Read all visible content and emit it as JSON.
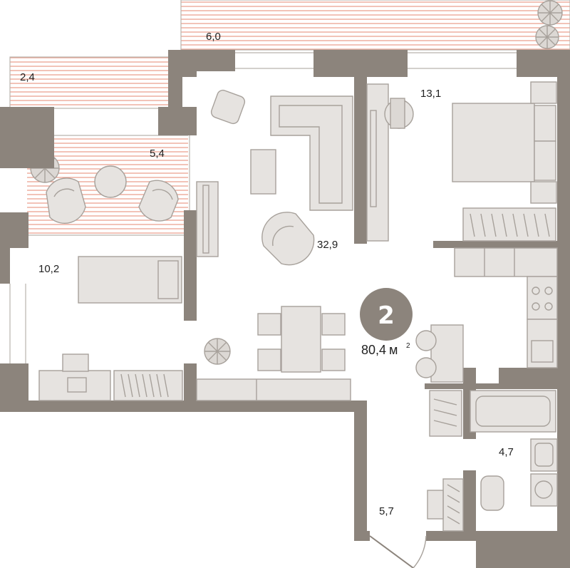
{
  "plan": {
    "rooms_count": "2",
    "total_area": "80,4",
    "area_unit": "м",
    "area_unit_sup": "2",
    "colors": {
      "walls": "#8c847c",
      "furniture_fill": "#e6e3e0",
      "furniture_stroke": "#a7a19b",
      "balcony_stripes": "#e89a88",
      "badge": "#8c847c"
    },
    "areas": {
      "terrace_top": "6,0",
      "balcony_left": "2,4",
      "loggia": "5,4",
      "bedroom_left": "10,2",
      "living_kitchen": "32,9",
      "bedroom_right": "13,1",
      "bathroom": "4,7",
      "hallway": "5,7"
    }
  }
}
